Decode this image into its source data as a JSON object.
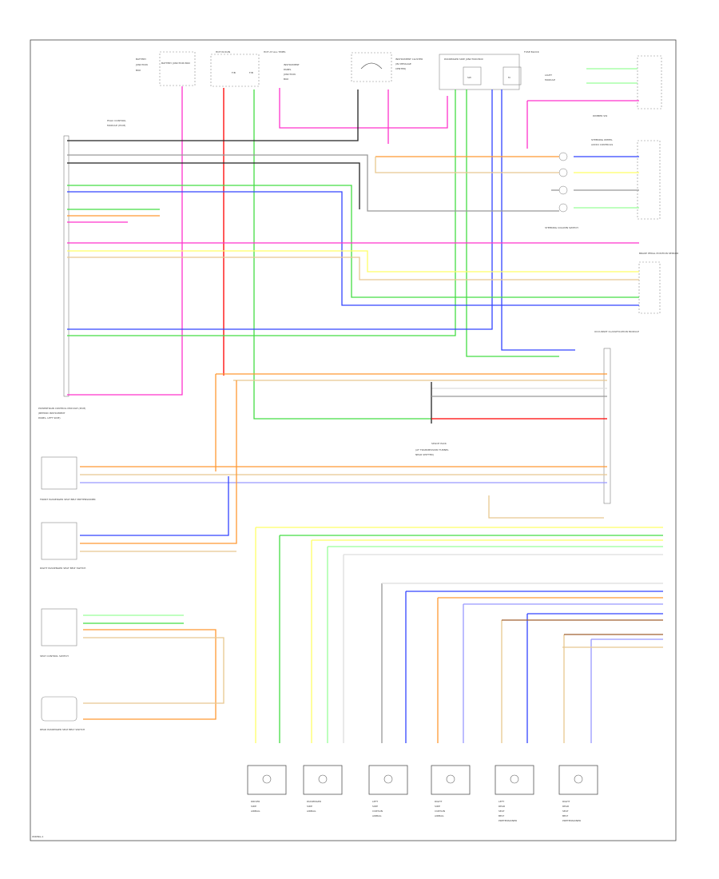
{
  "page": {
    "footer_id": "WIRING-1"
  },
  "colors": {
    "border": "#444444",
    "ground": "#333333",
    "black": "#222222",
    "gray": "#999999",
    "white": "#dddddd",
    "red": "#ff0000",
    "pink": "#ff33cc",
    "orange": "#ff9933",
    "tan": "#e8c890",
    "yellow": "#ffff66",
    "green": "#44dd44",
    "blue": "#3344ff",
    "violet": "#9999ff",
    "brown": "#a06030",
    "light_green": "#99ff99"
  },
  "components": {
    "battery_junction_box": {
      "title": "BATTERY JUNCTION BOX",
      "fuse": "FUSE"
    },
    "hot_in_run_fuse": {
      "title": "HOT IN RUN",
      "fuse": "FUSE"
    },
    "hot_at_all_times_fuse": {
      "title": "HOT AT ALL TIMES",
      "fuse": "FUSE"
    },
    "instrument_cluster": {
      "title": "INSTRUMENT CLUSTER",
      "icon": "gauge-icon"
    },
    "passenger_side_junction_box": {
      "title": "PASSENGER SIDE JUNCTION BOX"
    },
    "fuse_block": {
      "title": "FUSE BLOCK",
      "icon": "fuse-icon"
    },
    "light_switch": {
      "title": "LIGHT SW"
    },
    "dimmer_switch": {
      "title": "DIMMER SW"
    },
    "powertrain_control_module": {
      "title": "POWERTRAIN CONTROL MODULE (PCM)"
    },
    "hvac_control_module": {
      "title": "HVAC CONTROL MODULE"
    },
    "steering_column_switch": {
      "title": "STEERING COLUMN SWITCH"
    },
    "brake_pedal_position_sensor": {
      "title": "BRAKE PEDAL POSITION SENSOR"
    },
    "occupant_classification_module": {
      "title": "OCCUPANT CLASSIFICATION MODULE"
    },
    "splice_pack": {
      "title": "SPLICE PACK"
    },
    "front_passenger_seat_belt": {
      "title": "FRONT PASSENGER SEAT BELT PRETENSIONER"
    },
    "right_passenger_seat_belt": {
      "title": "RIGHT PASSENGER SEAT BELT SWITCH"
    },
    "seat_control_switch": {
      "title": "SEAT CONTROL SWITCH"
    },
    "rear_passenger_seat_belt": {
      "title": "REAR PASSENGER SEAT BELT SWITCH"
    }
  },
  "bottom_components": [
    {
      "title": "DRIVER SIDE AIRBAG",
      "icon": "airbag-icon"
    },
    {
      "title": "PASSENGER SIDE AIRBAG",
      "icon": "airbag-icon"
    },
    {
      "title": "LEFT SIDE CURTAIN AIRBAG",
      "icon": "airbag-icon"
    },
    {
      "title": "RIGHT SIDE CURTAIN AIRBAG",
      "icon": "airbag-icon"
    },
    {
      "title": "LEFT REAR SEAT BELT PRETENSIONER",
      "icon": "seat-belt-icon"
    },
    {
      "title": "RIGHT REAR SEAT BELT PRETENSIONER",
      "icon": "seat-belt-icon"
    }
  ]
}
